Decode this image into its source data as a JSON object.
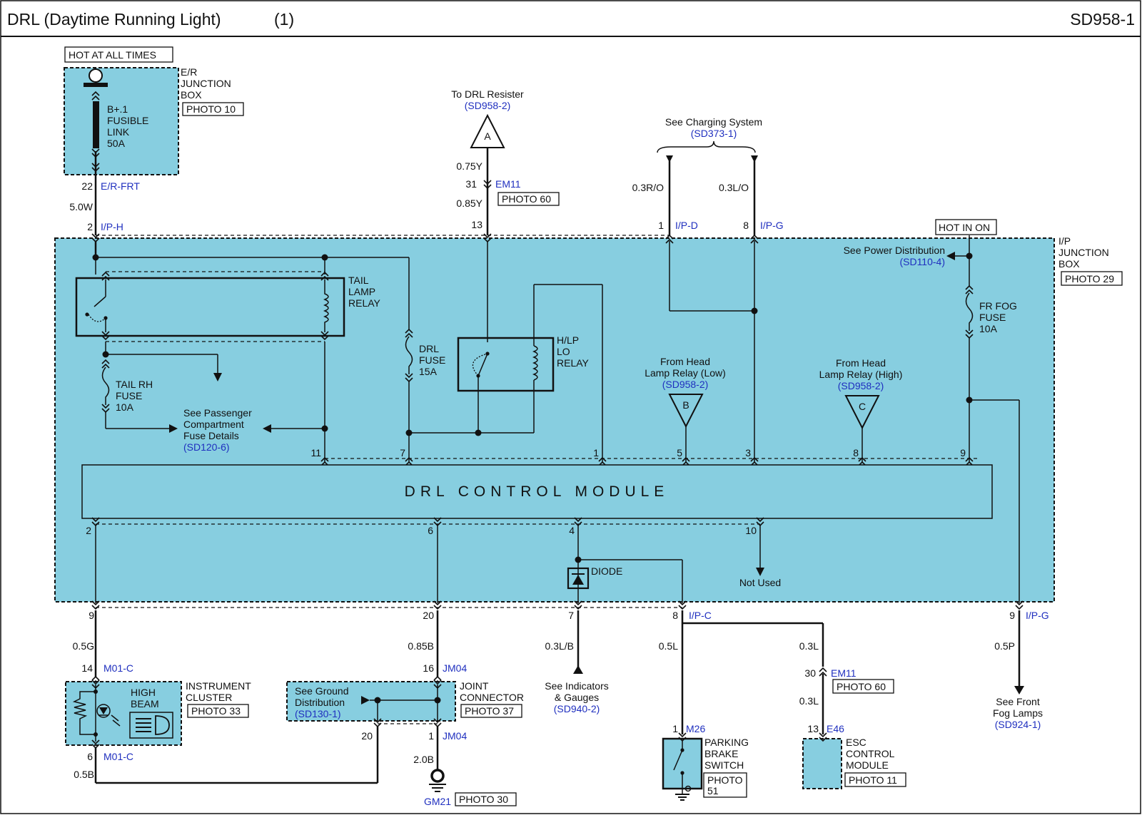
{
  "header": {
    "title": "DRL (Daytime Running Light)",
    "page_index": "(1)",
    "sheet_id": "SD958-1"
  },
  "er_box": {
    "hot_label": "HOT AT ALL TIMES",
    "name_lines": [
      "E/R",
      "JUNCTION",
      "BOX"
    ],
    "photo": "PHOTO 10",
    "fuse_lines": [
      "B+.1",
      "FUSIBLE",
      "LINK",
      "50A"
    ],
    "pin": "22",
    "connector": "E/R-FRT"
  },
  "wires": {
    "w1": "5.0W",
    "w2": "0.75Y",
    "w3": "0.85Y",
    "w4": "0.3R/O",
    "w5": "0.3L/O",
    "w6": "0.5G",
    "w7": "0.85B",
    "w8": "0.3L/B",
    "w9": "0.5L",
    "w10": "0.3L",
    "w11": "0.3L",
    "w12": "0.5P",
    "w13": "0.5B",
    "w14": "2.0B"
  },
  "refs": {
    "drl_resister": {
      "text": "To DRL Resister",
      "ref": "(SD958-2)",
      "letter": "A"
    },
    "charging": {
      "text": "See Charging System",
      "ref": "(SD373-1)"
    },
    "head_low": {
      "line1": "From Head",
      "line2": "Lamp Relay (Low)",
      "ref": "(SD958-2)",
      "letter": "B"
    },
    "head_high": {
      "line1": "From Head",
      "line2": "Lamp Relay (High)",
      "ref": "(SD958-2)",
      "letter": "C"
    },
    "power_dist": {
      "text": "See Power Distribution",
      "ref": "(SD110-4)"
    },
    "passenger": {
      "line1": "See Passenger",
      "line2": "Compartment",
      "line3": "Fuse Details",
      "ref": "(SD120-6)"
    },
    "indicators": {
      "line1": "See Indicators",
      "line2": "& Gauges",
      "ref": "(SD940-2)"
    },
    "front_fog": {
      "line1": "See Front",
      "line2": "Fog Lamps",
      "ref": "(SD924-1)"
    },
    "ground_dist": {
      "line1": "See Ground",
      "line2": "Distribution",
      "ref": "(SD130-1)"
    }
  },
  "connectors": {
    "em11_top": {
      "pin": "31",
      "name": "EM11",
      "photo": "PHOTO 60"
    },
    "ipd": {
      "pin": "1",
      "name": "I/P-D"
    },
    "ipg_top": {
      "pin": "8",
      "name": "I/P-G"
    },
    "iph": {
      "pin": "2",
      "name": "I/P-H"
    },
    "drl_res_pin": "13",
    "ipc": {
      "name": "I/P-C"
    },
    "ipg_bot": {
      "pin": "9",
      "name": "I/P-G"
    },
    "m01c_top": {
      "pin": "14",
      "name": "M01-C"
    },
    "m01c_bot": {
      "pin": "6",
      "name": "M01-C"
    },
    "jm04_top": {
      "pin": "16",
      "name": "JM04"
    },
    "jm04_bot": {
      "pin": "1",
      "name": "JM04"
    },
    "m26": {
      "pin": "1",
      "name": "M26"
    },
    "em11_bot": {
      "pin": "30",
      "name": "EM11",
      "photo": "PHOTO 60"
    },
    "e46": {
      "pin": "13",
      "name": "E46"
    },
    "gm21": {
      "name": "GM21",
      "photo": "PHOTO 30"
    }
  },
  "ip_box": {
    "name_lines": [
      "I/P",
      "JUNCTION",
      "BOX"
    ],
    "photo": "PHOTO 29",
    "hot_label": "HOT IN ON",
    "tail_relay": [
      "TAIL",
      "LAMP",
      "RELAY"
    ],
    "tail_fuse": [
      "TAIL RH",
      "FUSE",
      "10A"
    ],
    "drl_fuse": [
      "DRL",
      "FUSE",
      "15A"
    ],
    "hlp_relay": [
      "H/LP",
      "LO",
      "RELAY"
    ],
    "fog_fuse": [
      "FR FOG",
      "FUSE",
      "10A"
    ],
    "diode": "DIODE",
    "not_used": "Not Used"
  },
  "module": {
    "name": "DRL CONTROL MODULE",
    "top_pins": [
      "11",
      "7",
      "1",
      "5",
      "3",
      "8",
      "9"
    ],
    "bottom_pins": [
      "2",
      "6",
      "4",
      "10"
    ]
  },
  "lower_pins": {
    "p9": "9",
    "p20": "20",
    "p7": "7",
    "p8": "8",
    "p20b": "20"
  },
  "cluster": {
    "name_lines": [
      "INSTRUMENT",
      "CLUSTER"
    ],
    "photo": "PHOTO 33",
    "beam_lines": [
      "HIGH",
      "BEAM"
    ]
  },
  "joint": {
    "name_lines": [
      "JOINT",
      "CONNECTOR"
    ],
    "photo": "PHOTO 37"
  },
  "parking": {
    "name_lines": [
      "PARKING",
      "BRAKE",
      "SWITCH"
    ],
    "photo_lines": [
      "PHOTO",
      "51"
    ]
  },
  "esc": {
    "name_lines": [
      "ESC",
      "CONTROL",
      "MODULE"
    ],
    "photo": "PHOTO 11"
  }
}
